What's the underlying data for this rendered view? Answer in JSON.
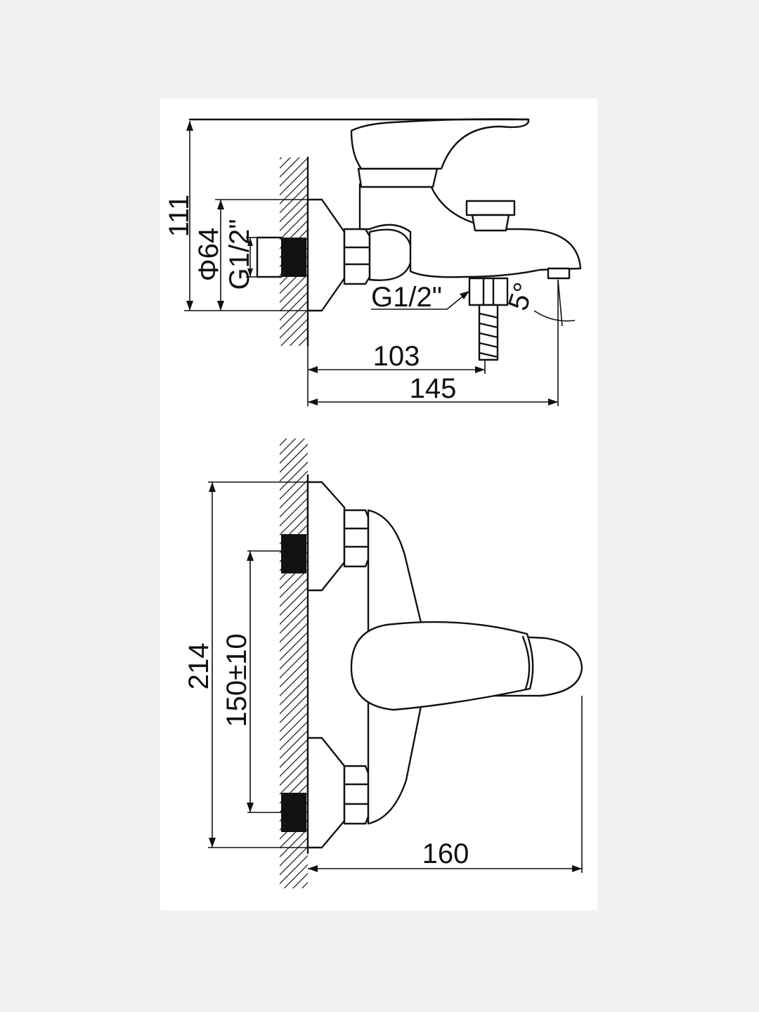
{
  "side_view": {
    "height_label": "111",
    "diameter_label": "Φ64",
    "inlet_thread_label": "G1/2\"",
    "outlet_thread_label": "G1/2\"",
    "spout_angle_label": "5°",
    "outlet_depth_label": "103",
    "spout_depth_label": "145"
  },
  "top_view": {
    "width_label": "214",
    "centers_label": "150±10",
    "projection_label": "160"
  },
  "colors": {
    "ink": "#111111",
    "paper": "#ffffff",
    "margin": "#f1f1f1"
  }
}
